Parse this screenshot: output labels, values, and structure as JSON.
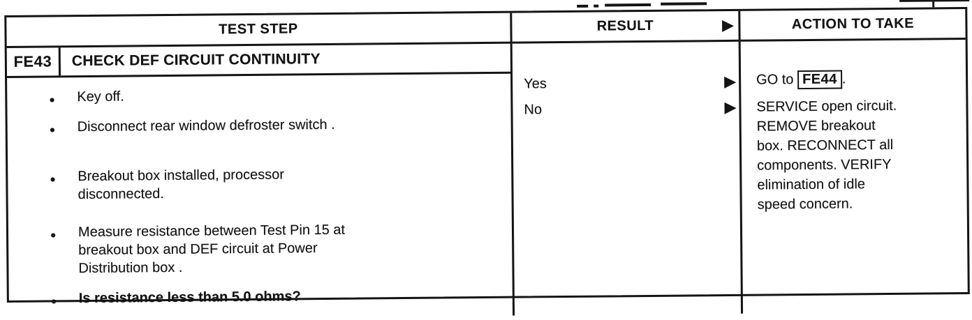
{
  "header": {
    "test_step": "TEST STEP",
    "result": "RESULT",
    "action": "ACTION TO TAKE",
    "arrow_icon": "▶"
  },
  "test": {
    "id": "FE43",
    "title": "CHECK DEF CIRCUIT CONTINUITY",
    "steps": [
      {
        "text": "Key off."
      },
      {
        "text": "Disconnect rear window defroster switch ."
      },
      {
        "text": "Breakout box installed, processor\ndisconnected."
      },
      {
        "text": "Measure resistance between Test Pin 15 at\nbreakout box and DEF circuit at Power\nDistribution box ."
      },
      {
        "text": "Is resistance less than 5.0 ohms?"
      }
    ]
  },
  "results": [
    {
      "label": "Yes",
      "arrow": "▶"
    },
    {
      "label": "No",
      "arrow": "▶"
    }
  ],
  "actions": {
    "yes": {
      "prefix": "GO to",
      "ref": "FE44",
      "suffix": "."
    },
    "no": "SERVICE open circuit.\nREMOVE breakout\nbox. RECONNECT all\ncomponents. VERIFY\nelimination of idle\nspeed concern."
  },
  "colors": {
    "ink": "#141414",
    "paper": "#ffffff"
  }
}
